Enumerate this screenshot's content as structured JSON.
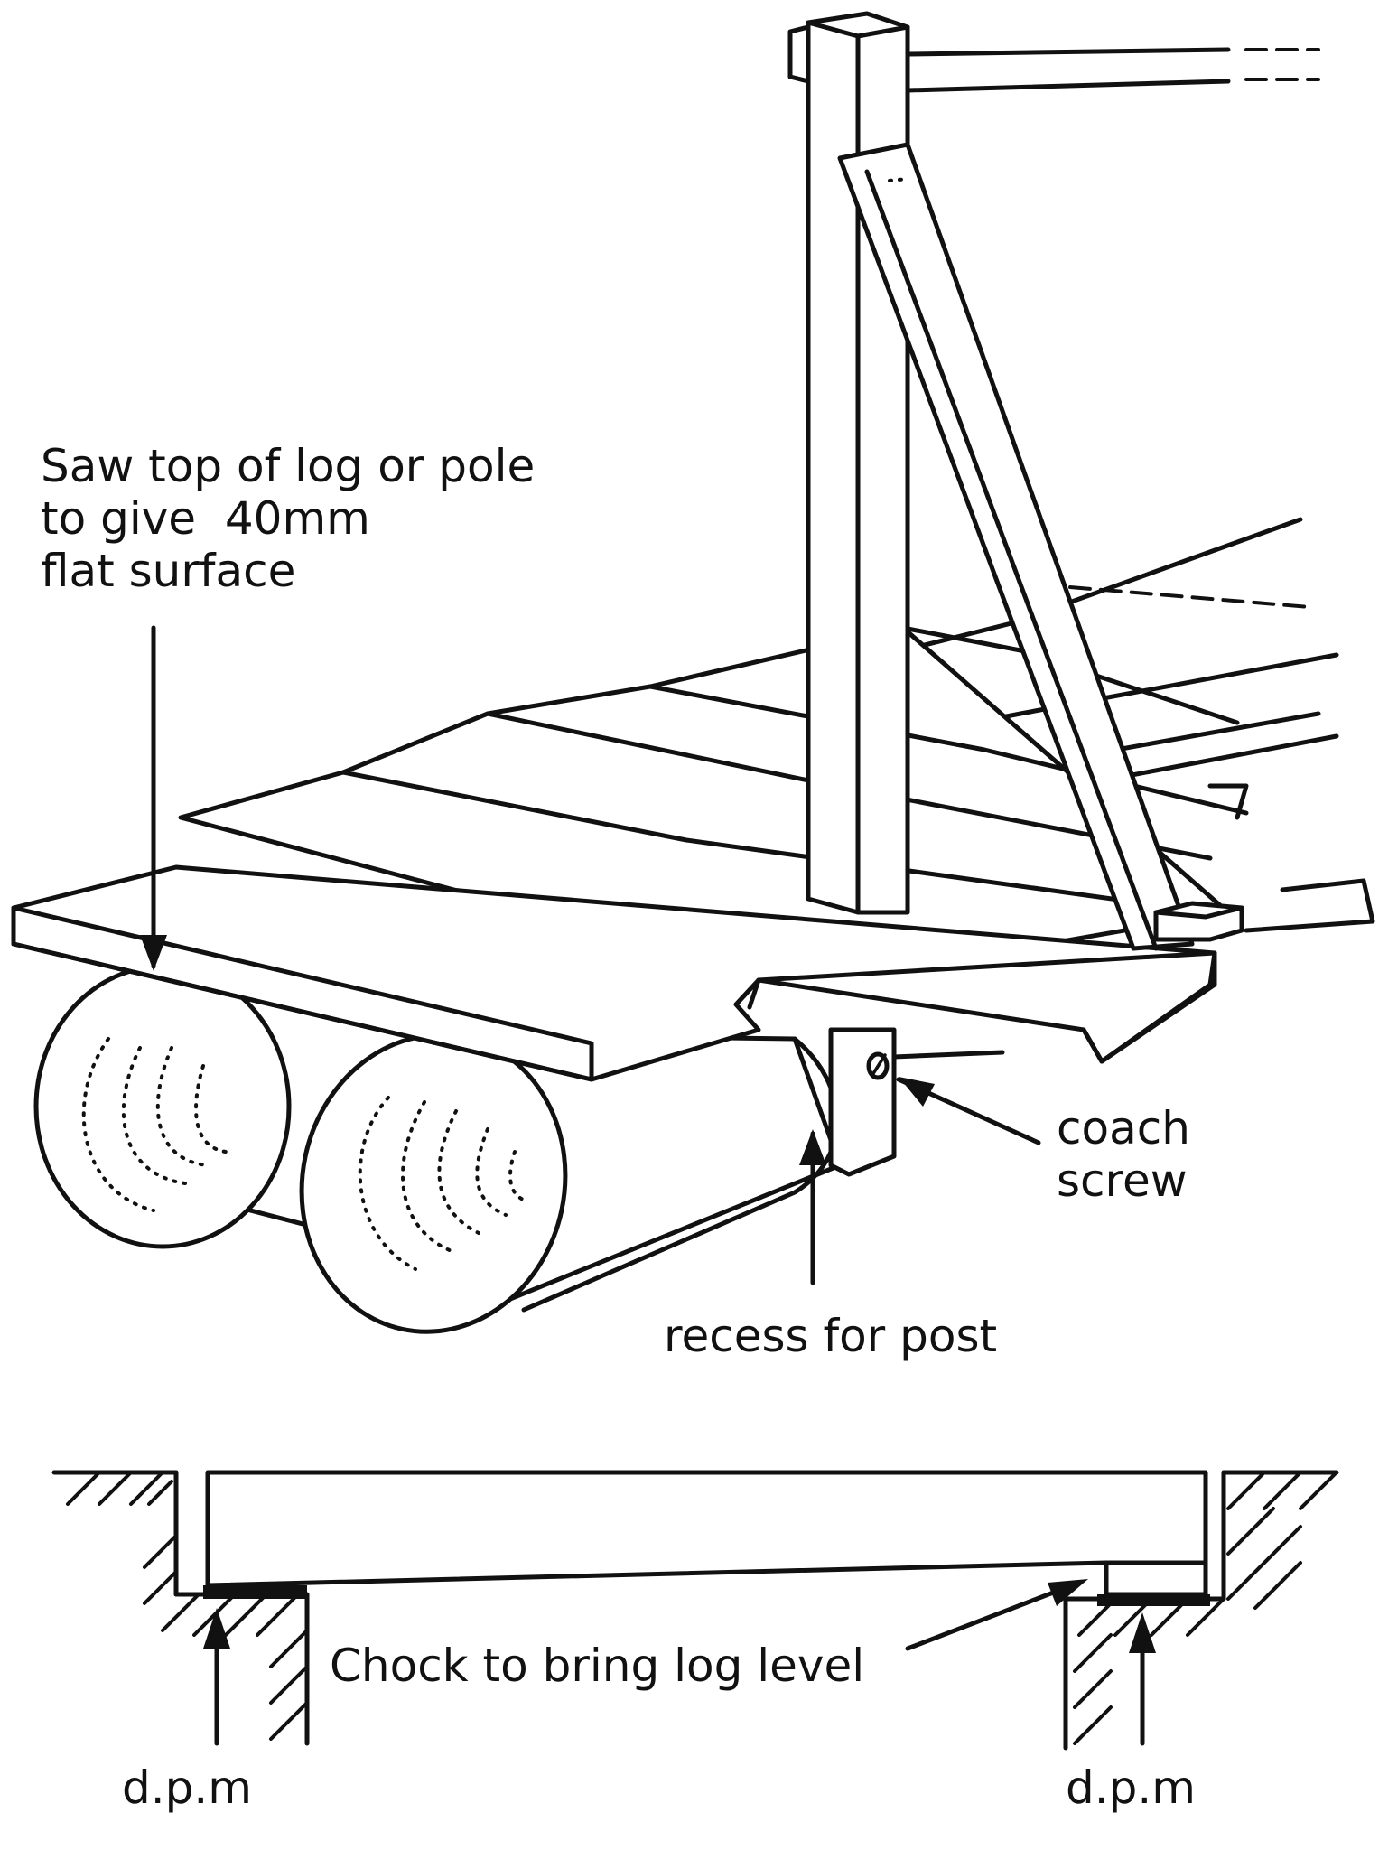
{
  "labels": {
    "saw_top": "Saw top of log or pole\nto give  40mm\nflat surface",
    "coach_screw": "coach\nscrew",
    "recess_for_post": "recess for post",
    "chock": "Chock to bring log level",
    "dpm_left": "d.p.m",
    "dpm_right": "d.p.m"
  }
}
